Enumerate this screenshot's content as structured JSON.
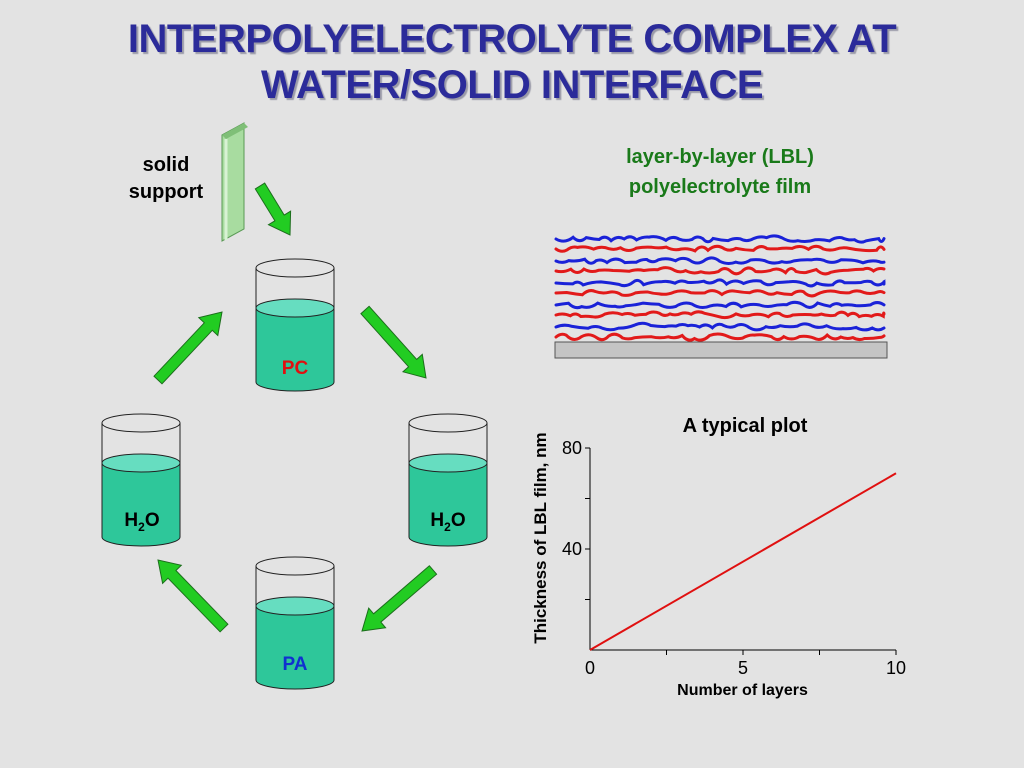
{
  "title": {
    "line1": "INTERPOLYELECTROLYTE COMPLEX AT",
    "line2": "WATER/SOLID INTERFACE"
  },
  "support": {
    "line1": "solid",
    "line2": "support"
  },
  "lbl": {
    "line1": "layer-by-layer (LBL)",
    "line2": "polyelectrolyte film"
  },
  "beakers": {
    "pc": {
      "label": "PC",
      "color": "#e01010"
    },
    "water_left": {
      "main": "H",
      "sub": "2",
      "tail": "O"
    },
    "water_right": {
      "main": "H",
      "sub": "2",
      "tail": "O"
    },
    "pa": {
      "label": "PA",
      "color": "#1030d0"
    }
  },
  "colors": {
    "title": "#2b2b9a",
    "liquid": "#2ec79a",
    "liquid_top": "#66ddc0",
    "arrow": "#22cc22",
    "support_glass": "#a8dca0",
    "chain_red": "#e21a1a",
    "chain_blue": "#1a22d8",
    "plot_line": "#e01010"
  },
  "chart_data": {
    "type": "line",
    "title": "A typical plot",
    "xlabel": "Number of layers",
    "ylabel": "Thickness of LBL film, nm",
    "xlim": [
      0,
      10
    ],
    "ylim": [
      0,
      80
    ],
    "xticks": [
      0,
      5,
      10
    ],
    "yticks": [
      40,
      80
    ],
    "series": [
      {
        "x": [
          0,
          10
        ],
        "y": [
          0,
          70
        ]
      }
    ]
  }
}
